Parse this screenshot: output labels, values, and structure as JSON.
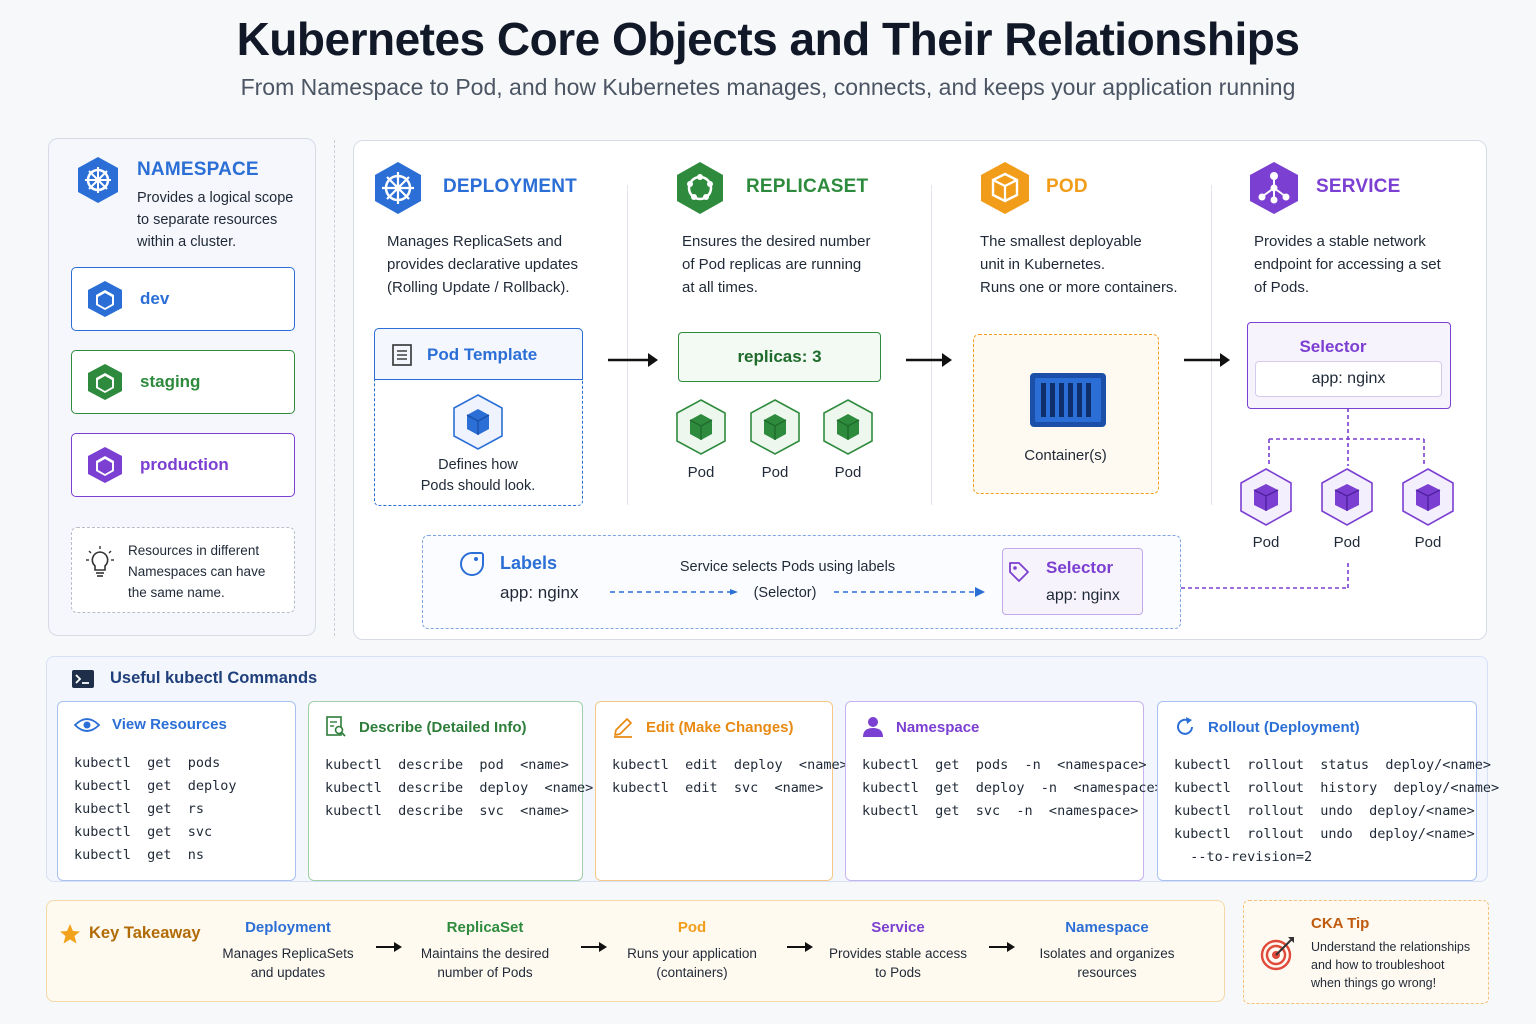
{
  "header": {
    "title": "Kubernetes Core Objects and Their Relationships",
    "subtitle": "From Namespace to Pod, and how Kubernetes manages, connects, and keeps your application running"
  },
  "namespace": {
    "title": "NAMESPACE",
    "desc": [
      "Provides a logical scope",
      "to separate resources",
      "within a cluster."
    ],
    "chips": [
      {
        "label": "dev",
        "color": "#2b6fd6"
      },
      {
        "label": "staging",
        "color": "#2e8b3e"
      },
      {
        "label": "production",
        "color": "#7b3fd1"
      }
    ],
    "tip": [
      "Resources in different",
      "Namespaces can have",
      "the same name."
    ]
  },
  "deployment": {
    "title": "DEPLOYMENT",
    "desc": [
      "Manages ReplicaSets and",
      "provides declarative updates",
      "(Rolling Update / Rollback)."
    ],
    "template_title": "Pod Template",
    "template_desc": [
      "Defines how",
      "Pods should look."
    ]
  },
  "replicaset": {
    "title": "REPLICASET",
    "desc": [
      "Ensures the desired number",
      "of Pod replicas are running",
      "at all times."
    ],
    "replicas": "replicas: 3",
    "pods": [
      "Pod",
      "Pod",
      "Pod"
    ]
  },
  "pod": {
    "title": "POD",
    "desc": [
      "The smallest deployable",
      "unit in Kubernetes.",
      "Runs one or more containers."
    ],
    "container": "Container(s)"
  },
  "service": {
    "title": "SERVICE",
    "desc": [
      "Provides a stable network",
      "endpoint for accessing a set",
      "of Pods."
    ],
    "selector_title": "Selector",
    "selector_value": "app: nginx",
    "pods": [
      "Pod",
      "Pod",
      "Pod"
    ]
  },
  "labels_flow": {
    "labels_title": "Labels",
    "labels_value": "app: nginx",
    "middle_text": "Service selects Pods using labels",
    "middle_sub": "(Selector)",
    "selector_title": "Selector",
    "selector_value": "app: nginx"
  },
  "commands": {
    "title": "Useful kubectl Commands",
    "groups": [
      {
        "title": "View Resources",
        "lines": "kubectl  get  pods\nkubectl  get  deploy\nkubectl  get  rs\nkubectl  get  svc\nkubectl  get  ns"
      },
      {
        "title": "Describe (Detailed Info)",
        "lines": "kubectl  describe  pod  <name>\nkubectl  describe  deploy  <name>\nkubectl  describe  svc  <name>"
      },
      {
        "title": "Edit (Make Changes)",
        "lines": "kubectl  edit  deploy  <name>\nkubectl  edit  svc  <name>"
      },
      {
        "title": "Namespace",
        "lines": "kubectl  get  pods  -n  <namespace>\nkubectl  get  deploy  -n  <namespace>\nkubectl  get  svc  -n  <namespace>"
      },
      {
        "title": "Rollout (Deployment)",
        "lines": "kubectl  rollout  status  deploy/<name>\nkubectl  rollout  history  deploy/<name>\nkubectl  rollout  undo  deploy/<name>\nkubectl  rollout  undo  deploy/<name>\n  --to-revision=2"
      }
    ]
  },
  "takeaway": {
    "title": "Key Takeaway",
    "items": [
      {
        "h": "Deployment",
        "d": [
          "Manages ReplicaSets",
          "and updates"
        ]
      },
      {
        "h": "ReplicaSet",
        "d": [
          "Maintains the desired",
          "number of Pods"
        ]
      },
      {
        "h": "Pod",
        "d": [
          "Runs your application",
          "(containers)"
        ]
      },
      {
        "h": "Service",
        "d": [
          "Provides stable access",
          "to Pods"
        ]
      },
      {
        "h": "Namespace",
        "d": [
          "Isolates and organizes",
          "resources"
        ]
      }
    ]
  },
  "cka": {
    "title": "CKA Tip",
    "desc": [
      "Understand the relationships",
      "and how to troubleshoot",
      "when things go wrong!"
    ]
  },
  "colors": {
    "blue": "#2b6fd6",
    "green": "#2e8b3e",
    "orange": "#f29d1a",
    "purple": "#7b3fd1"
  }
}
